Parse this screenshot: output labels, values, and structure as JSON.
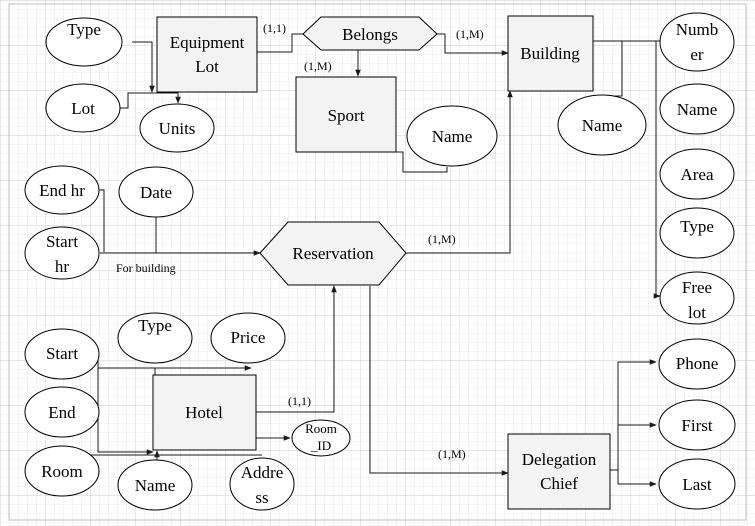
{
  "entities": {
    "equipment_lot": [
      "Equipment",
      "Lot"
    ],
    "building": [
      "Building"
    ],
    "sport": [
      "Sport"
    ],
    "hotel": [
      "Hotel"
    ],
    "delegation_chief": [
      "Delegation",
      "Chief"
    ]
  },
  "relationships": {
    "belongs": "Belongs",
    "reservation": "Reservation"
  },
  "attributes": {
    "type_eq": "Type",
    "lot": "Lot",
    "units": "Units",
    "sport_name": "Name",
    "building_name": "Name",
    "number": [
      "Numb",
      "er"
    ],
    "name_b": "Name",
    "area": "Area",
    "type_b": "Type",
    "free_lot": [
      "Free",
      "lot"
    ],
    "end_hr": "End hr",
    "date": "Date",
    "start_hr": [
      "Start",
      "hr"
    ],
    "start": "Start",
    "end": "End",
    "room": "Room",
    "type_h": "Type",
    "price": "Price",
    "hotel_name": "Name",
    "address": [
      "Addre",
      "ss"
    ],
    "room_id": [
      "Room",
      "_ID"
    ],
    "phone": "Phone",
    "first": "First",
    "last": "Last"
  },
  "cardinalities": {
    "eq_belongs": "(1,1)",
    "belongs_building": "(1,M)",
    "belongs_sport": "(1,M)",
    "res_building": "(1,M)",
    "hotel_res": "(1,1)",
    "res_chief": "(1,M)"
  },
  "annotations": {
    "for_building": "For building"
  }
}
